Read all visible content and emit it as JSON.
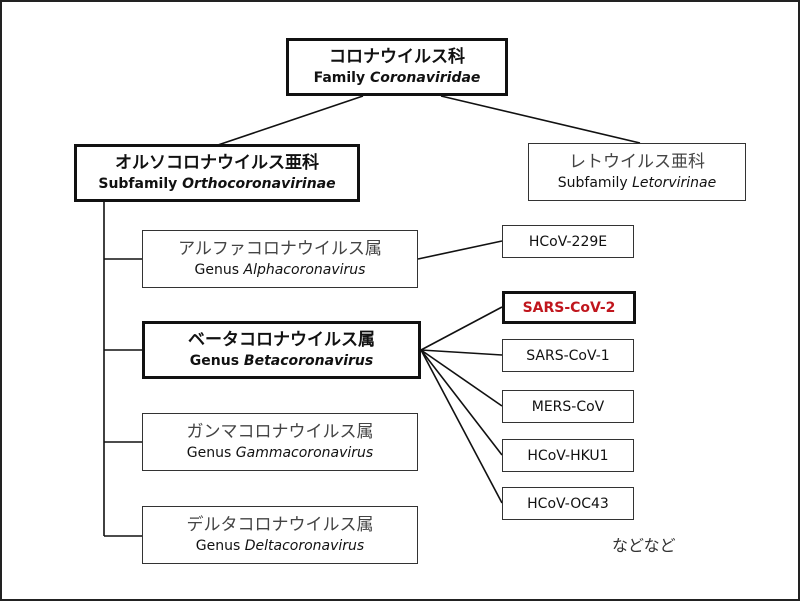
{
  "family": {
    "ja": "コロナウイルス科",
    "en_prefix": "Family",
    "en_name": "Coronaviridae"
  },
  "subfamilies": [
    {
      "ja": "オルソコロナウイルス亜科",
      "en_prefix": "Subfamily",
      "en_name": "Orthocoronavirinae"
    },
    {
      "ja": "レトウイルス亜科",
      "en_prefix": "Subfamily",
      "en_name": "Letorvirinae"
    }
  ],
  "genera": [
    {
      "ja": "アルファコロナウイルス属",
      "en_prefix": "Genus",
      "en_name": "Alphacoronavirus"
    },
    {
      "ja": "ベータコロナウイルス属",
      "en_prefix": "Genus",
      "en_name": "Betacoronavirus"
    },
    {
      "ja": "ガンマコロナウイルス属",
      "en_prefix": "Genus",
      "en_name": "Gammacoronavirus"
    },
    {
      "ja": "デルタコロナウイルス属",
      "en_prefix": "Genus",
      "en_name": "Deltacoronavirus"
    }
  ],
  "viruses": {
    "alpha": [
      "HCoV-229E"
    ],
    "beta": [
      "SARS-CoV-2",
      "SARS-CoV-1",
      "MERS-CoV",
      "HCoV-HKU1",
      "HCoV-OC43"
    ]
  },
  "highlight_color": "#c0161d",
  "etc_label": "などなど"
}
